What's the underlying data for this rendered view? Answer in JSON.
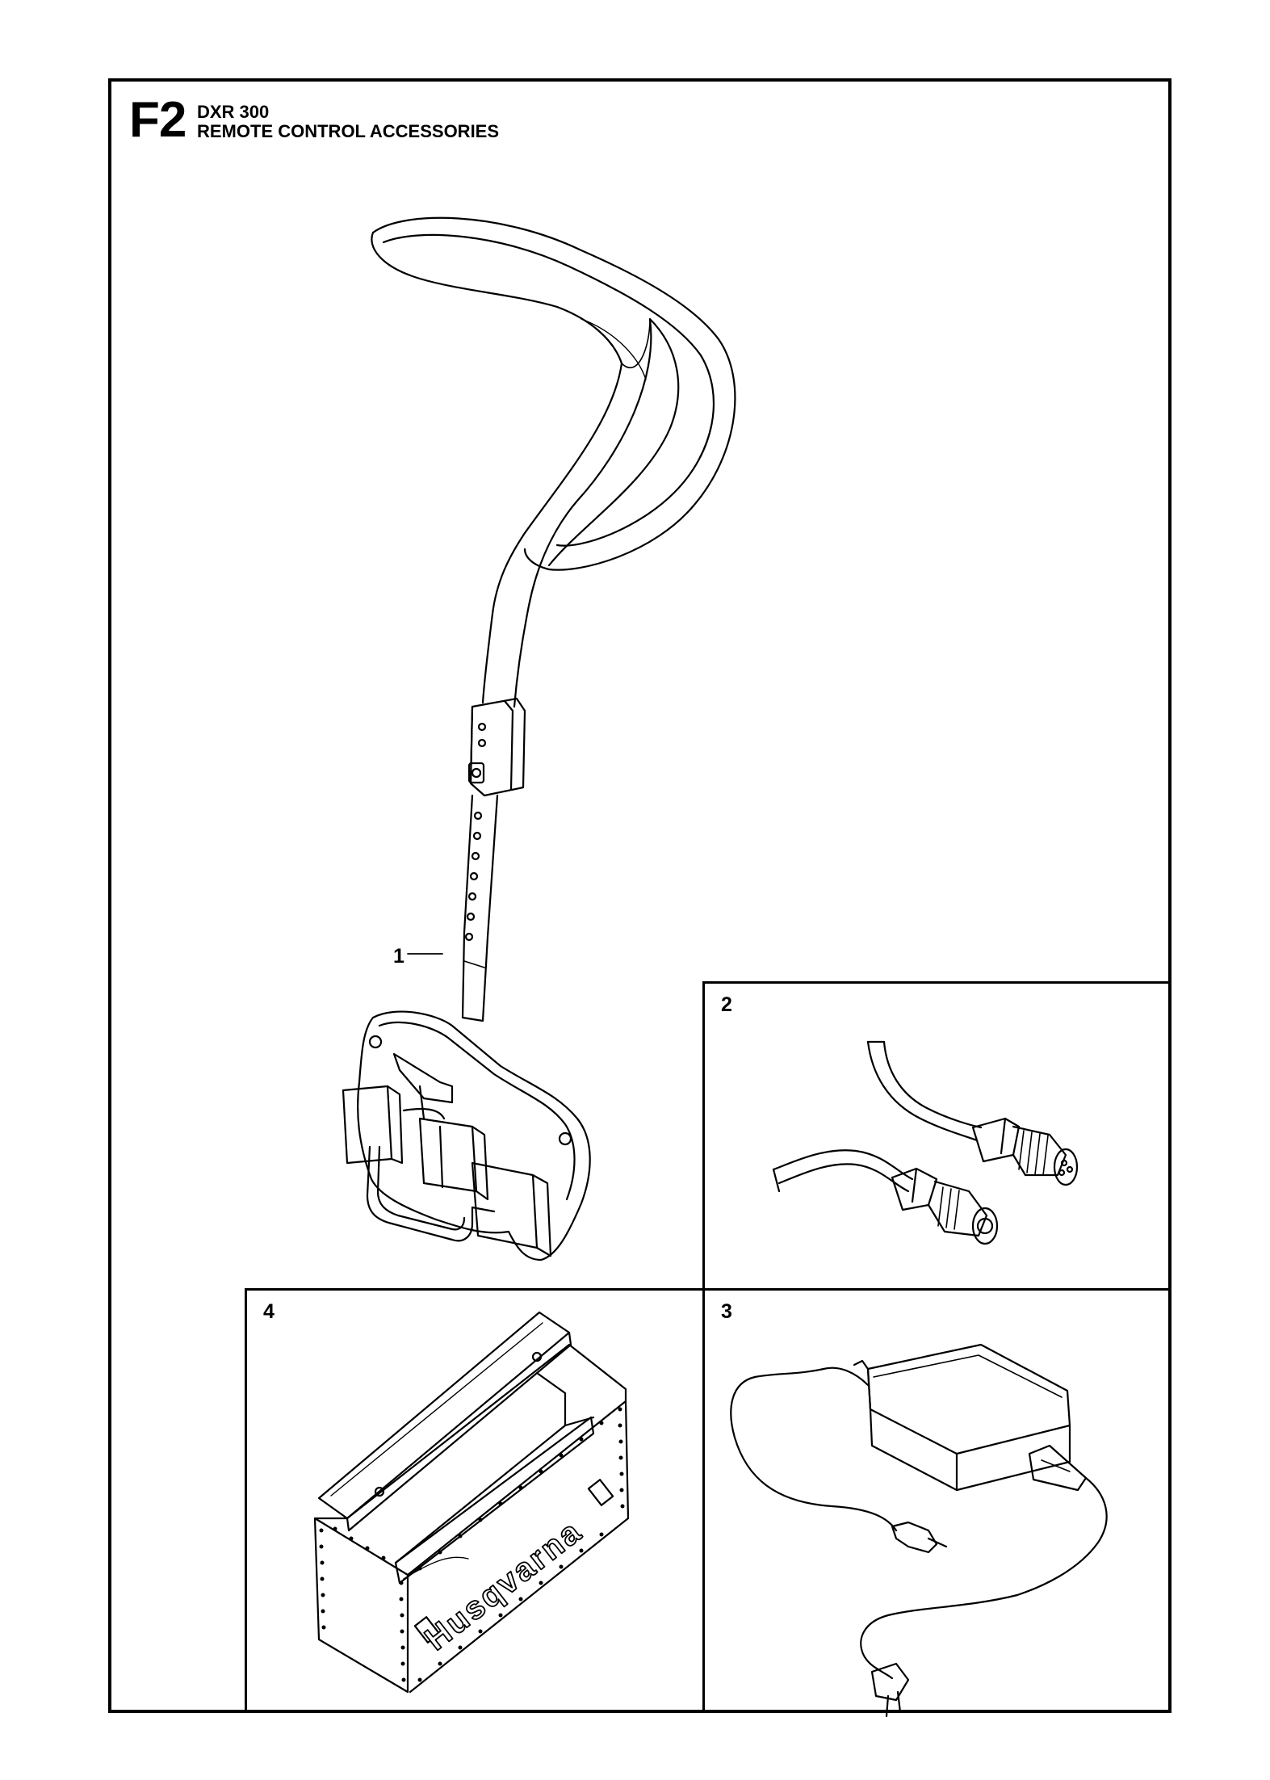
{
  "header": {
    "code": "F2",
    "model": "DXR 300",
    "title": "REMOTE CONTROL ACCESSORIES"
  },
  "callouts": {
    "harness": "1",
    "cable": "2",
    "charger": "3",
    "case": "4"
  },
  "case_brand": "Husqvarna",
  "colors": {
    "line": "#000000",
    "background": "#ffffff"
  }
}
